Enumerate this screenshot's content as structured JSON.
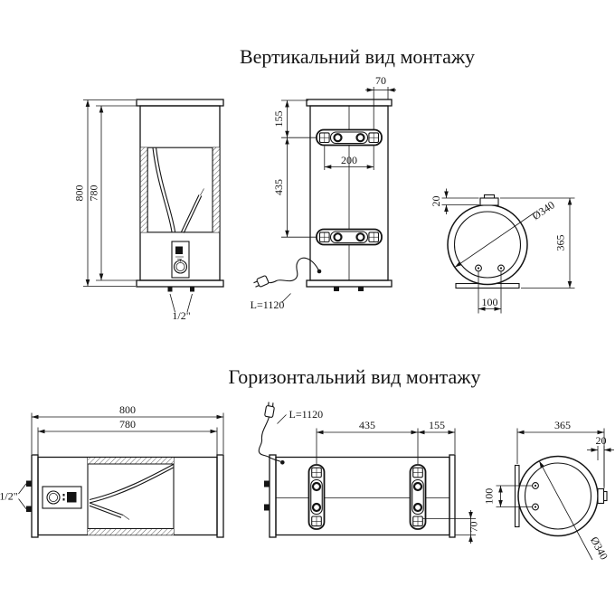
{
  "drawing": {
    "background": "#ffffff",
    "ink": "#141414",
    "sections": {
      "vertical": {
        "title": "Вертикальний вид монтажу",
        "front": {
          "height_overall": "800",
          "height_body": "780",
          "pipe_thread": "1/2\""
        },
        "rear": {
          "hole_edge_offset": "70",
          "top_offset": "155",
          "hole_spacing": "200",
          "bracket_spacing": "435",
          "cable_length": "L=1120"
        },
        "side": {
          "bracket_offset": "20",
          "diameter": "Ø340",
          "depth": "365",
          "pipe_spacing": "100"
        }
      },
      "horizontal": {
        "title": "Горизонтальний вид монтажу",
        "front": {
          "length_overall": "800",
          "length_body": "780",
          "pipe_thread": "1/2\""
        },
        "rear": {
          "bracket_spacing": "435",
          "bracket_to_edge": "155",
          "bottom_offset": "70",
          "cable_length": "L=1120"
        },
        "side": {
          "depth": "365",
          "bracket_offset": "20",
          "pipe_spacing": "100",
          "diameter": "Ø340"
        }
      }
    }
  }
}
